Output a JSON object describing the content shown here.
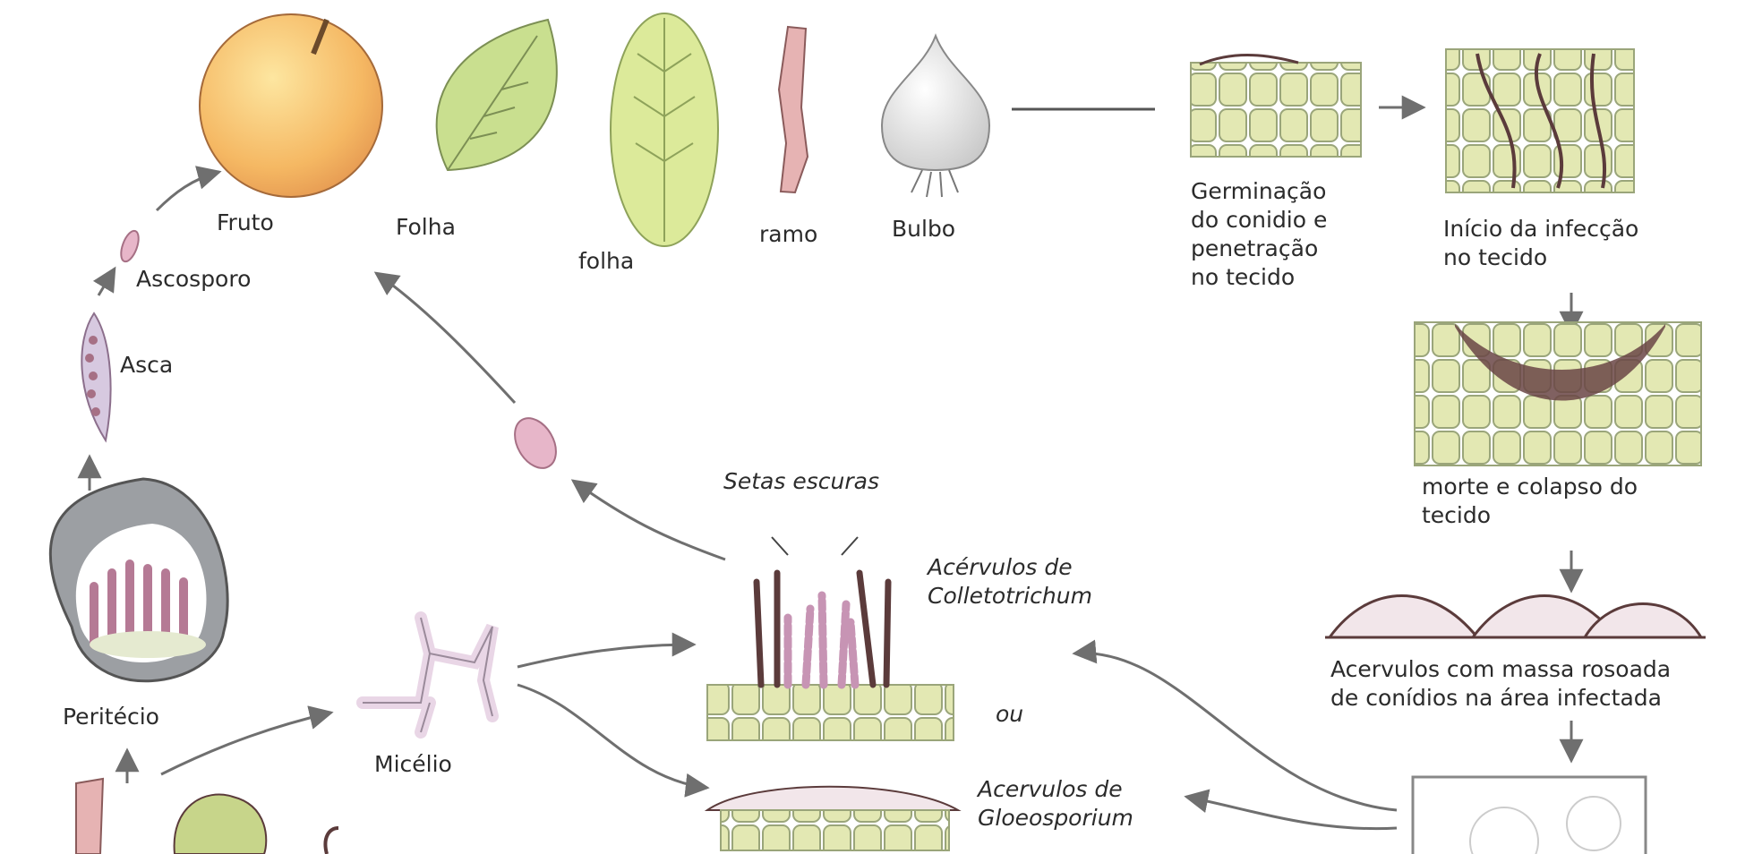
{
  "labels": {
    "fruto": "Fruto",
    "folha1": "Folha",
    "folha2": "folha",
    "ramo": "ramo",
    "bulbo": "Bulbo",
    "ascosporo": "Ascosporo",
    "asca": "Asca",
    "peritecio": "Peritécio",
    "micelio": "Micélio",
    "setas": "Setas escuras",
    "colletotrichum": [
      "Acérvulos de",
      "Colletotrichum"
    ],
    "ou": "ou",
    "gloeosporium": [
      "Acervulos de",
      "Gloeosporium"
    ],
    "germinacao": [
      "Germinação",
      "do conidio e",
      "penetração",
      "no tecido"
    ],
    "inicio": [
      "Início da infecção",
      "no tecido"
    ],
    "morte": [
      "morte e colapso do",
      "tecido"
    ],
    "acervulos_massa": [
      "Acervulos com massa rosoada",
      "de conídios na área infectada"
    ]
  },
  "colors": {
    "arrow": "#6f6f6f",
    "fruit": "#f6c36a",
    "leaf": "#c9df8f",
    "cell": "#e3e8b3",
    "tissue_dark": "#5b3b3b",
    "spore": "#e7b6c9",
    "mycelium": "#e9d6e6"
  }
}
